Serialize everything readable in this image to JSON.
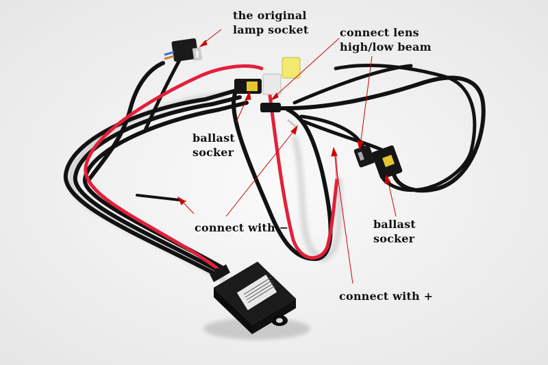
{
  "annotations": {
    "original_lamp_socket": {
      "line1": "the original",
      "line2": "lamp socket"
    },
    "connect_lens": {
      "line1": "connect lens",
      "line2": "high/low beam"
    },
    "ballast_socker_left": {
      "line1": "ballast",
      "line2": "socker"
    },
    "ballast_socker_right": {
      "line1": "ballast",
      "line2": "socker"
    },
    "connect_negative": {
      "text": "connect with −"
    },
    "connect_positive": {
      "text": "connect with +"
    }
  },
  "colors": {
    "background": "#f4f4f4",
    "wire_black": "#121212",
    "wire_red": "#e3203a",
    "leader_line": "#cc0000",
    "label_text": "#111111"
  },
  "icons": [
    "h4-lamp-socket-icon",
    "ballast-connector-icon",
    "relay-control-box-icon"
  ]
}
